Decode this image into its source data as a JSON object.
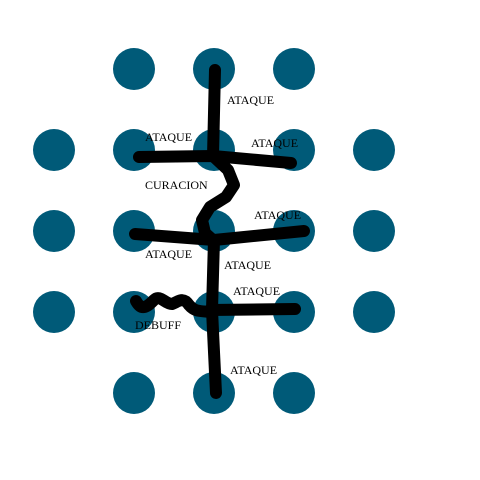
{
  "colors": {
    "node": "#005a78",
    "path": "#000000",
    "background": "#ffffff"
  },
  "labels": {
    "ataque_top": "ATAQUE",
    "ataque_row1_left": "ATAQUE",
    "ataque_row1_right": "ATAQUE",
    "curacion": "CURACION",
    "ataque_row2_right": "ATAQUE",
    "ataque_row2_left": "ATAQUE",
    "ataque_mid": "ATAQUE",
    "ataque_row3_right": "ATAQUE",
    "debuff": "DEBUFF",
    "ataque_bottom": "ATAQUE"
  }
}
